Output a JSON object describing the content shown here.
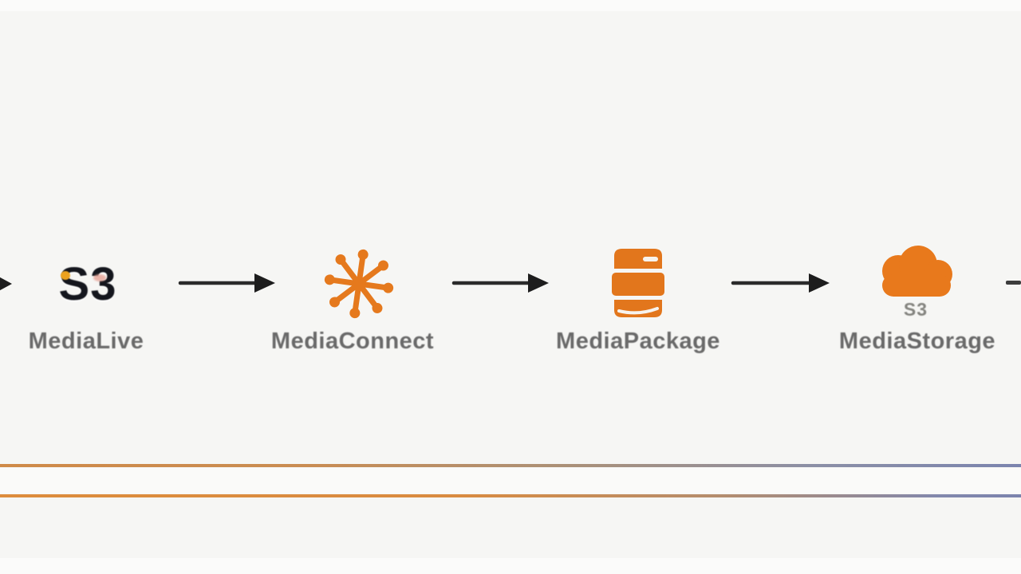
{
  "diagram": {
    "description": "Media pipeline flow diagram",
    "nodes": [
      {
        "id": "s3-source",
        "icon": "s3-logo-icon",
        "icon_text": "S3",
        "label": "MediaLive"
      },
      {
        "id": "mediaconnect",
        "icon": "starburst-icon",
        "label": "MediaConnect"
      },
      {
        "id": "mediapackage",
        "icon": "database-icon",
        "label": "MediaPackage"
      },
      {
        "id": "mediastorage",
        "icon": "cloud-icon",
        "icon_subtext": "S3",
        "label": "MediaStorage"
      }
    ],
    "connectors": {
      "count": 3,
      "style": "black right-pointing arrows",
      "edge_stub_left": "arrowhead entering from left edge",
      "edge_stub_right": "line exiting right edge"
    },
    "colors": {
      "background": "#f6f6f4",
      "icon_orange": "#e5791d",
      "arrow_black": "#2b2b2b",
      "label_gray": "#6a6a6a",
      "rule_left_orange": "#d98b41",
      "rule_right_blue": "#7b84ae"
    }
  }
}
